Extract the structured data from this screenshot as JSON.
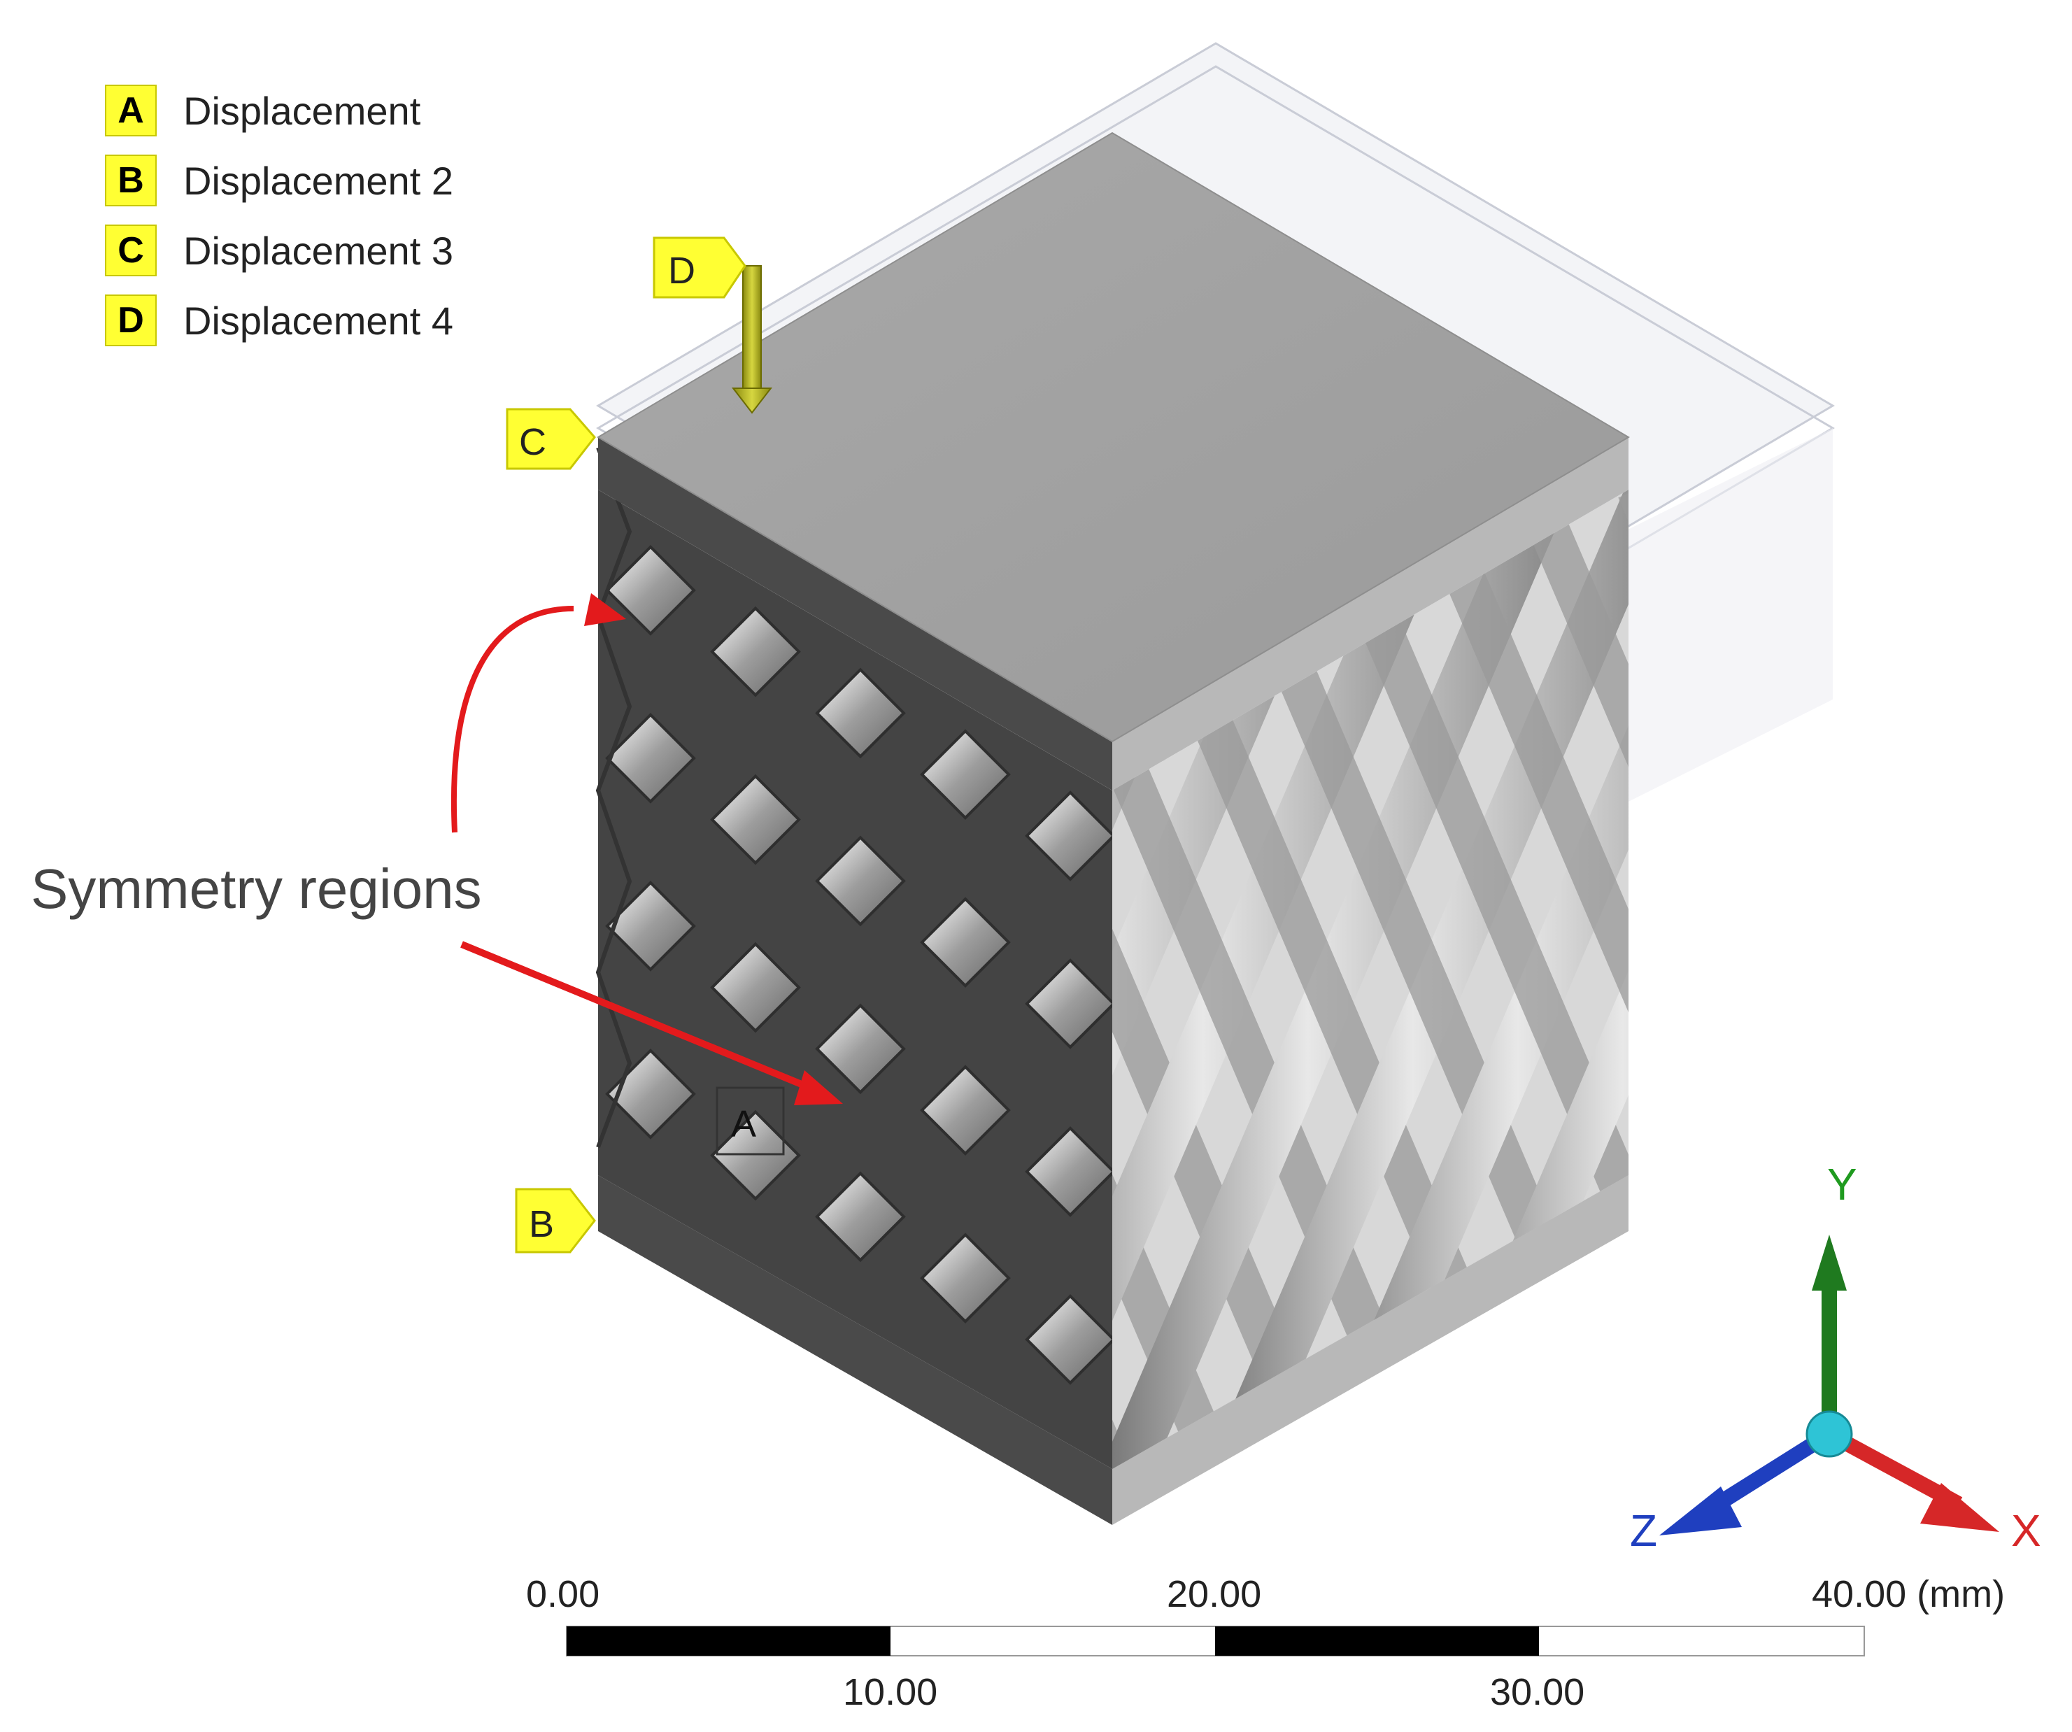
{
  "legend": {
    "items": [
      {
        "key": "A",
        "label": "Displacement"
      },
      {
        "key": "B",
        "label": "Displacement 2"
      },
      {
        "key": "C",
        "label": "Displacement 3"
      },
      {
        "key": "D",
        "label": "Displacement 4"
      }
    ],
    "tag_color": "#ffff33"
  },
  "annotation": {
    "text": "Symmetry regions",
    "arrow_color": "#e31a1c"
  },
  "model_tags": {
    "a": "A",
    "b": "B",
    "c": "C",
    "d": "D"
  },
  "triad": {
    "x_label": "X",
    "y_label": "Y",
    "z_label": "Z",
    "x_color": "#d62728",
    "y_color": "#1f7a1f",
    "z_color": "#1f3fbf",
    "origin_color": "#2ec4d6"
  },
  "scale_bar": {
    "labels_top": [
      "0.00",
      "20.00",
      "40.00 (mm)"
    ],
    "labels_bottom": [
      "10.00",
      "30.00"
    ]
  }
}
